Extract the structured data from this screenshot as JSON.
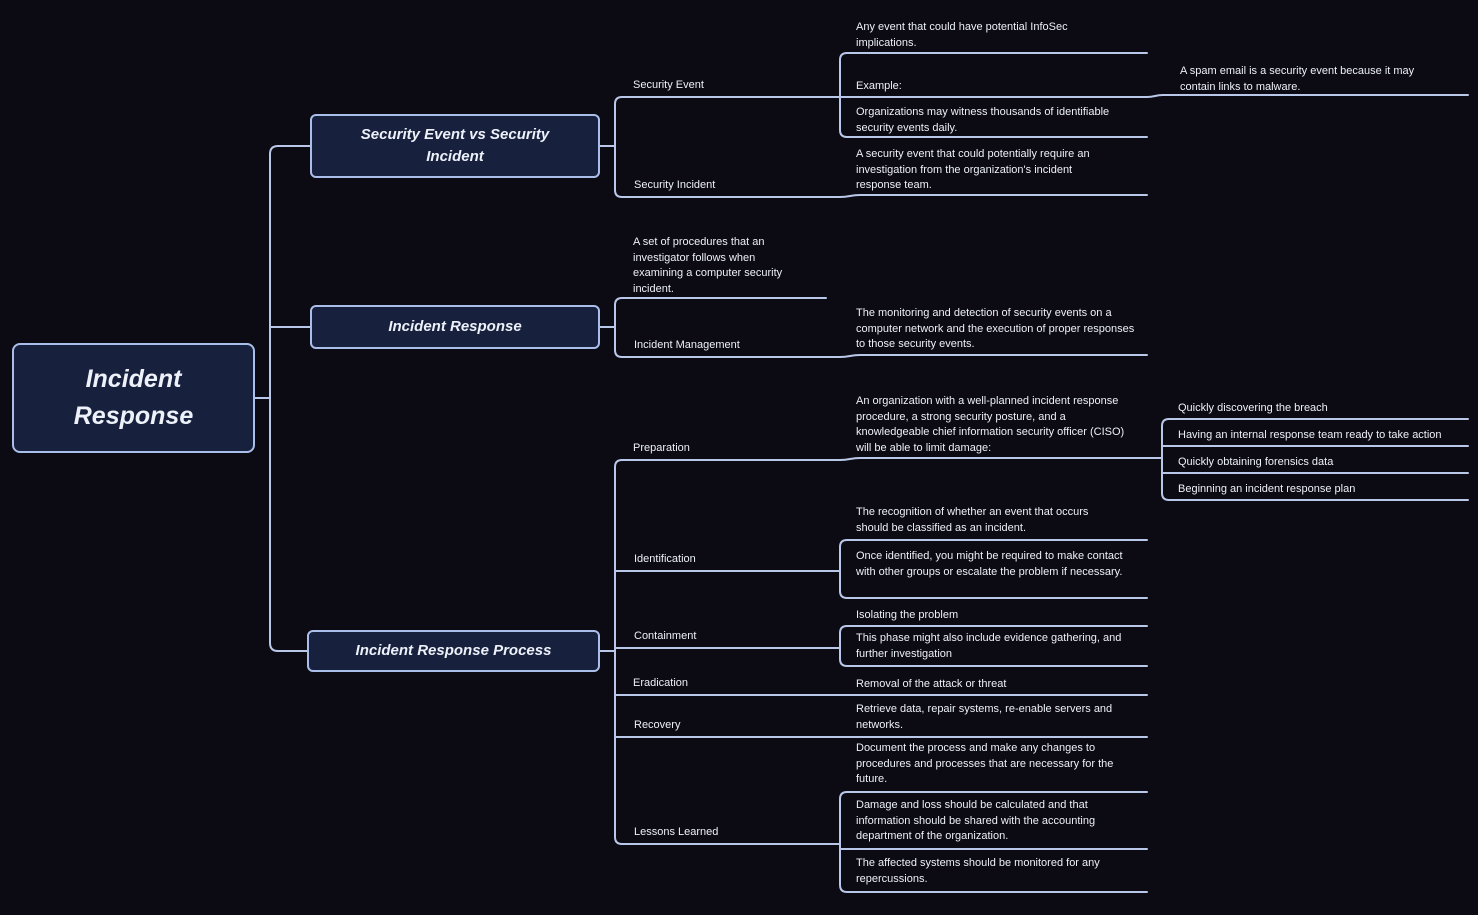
{
  "theme": {
    "bg": "#0c0a13",
    "line": "#b9c8e8",
    "node_fill": "#17203d",
    "node_border": "#a9bfe9",
    "text": "#edf1f9"
  },
  "root": {
    "label": "Incident Response"
  },
  "branches": [
    {
      "label": "Security Event vs Security Incident",
      "topics": [
        {
          "label": "Security Event",
          "children": [
            {
              "text": "Any event that could have potential InfoSec implications."
            },
            {
              "text": "Example:",
              "children": [
                {
                  "text": "A spam email is a security event because it may contain links to malware."
                }
              ]
            },
            {
              "text": "Organizations may witness thousands of identifiable security events daily."
            }
          ]
        },
        {
          "label": "Security Incident",
          "children": [
            {
              "text": "A security event that could potentially require an investigation from the organization's incident response team."
            }
          ]
        }
      ]
    },
    {
      "label": "Incident Response",
      "topics": [
        {
          "label": "A set of procedures that an investigator follows when examining a computer security incident.",
          "children": []
        },
        {
          "label": "Incident Management",
          "children": [
            {
              "text": "The monitoring and detection of security events on a computer network and the execution of proper responses to those security events."
            }
          ]
        }
      ]
    },
    {
      "label": "Incident Response Process",
      "topics": [
        {
          "label": "Preparation",
          "children": [
            {
              "text": "An organization with a well-planned incident response procedure, a strong security posture, and a knowledgeable chief information security officer (CISO) will be able to limit damage:",
              "children": [
                {
                  "text": "Quickly discovering the breach"
                },
                {
                  "text": "Having an internal response team ready to take action"
                },
                {
                  "text": "Quickly obtaining forensics data"
                },
                {
                  "text": "Beginning an incident response plan"
                }
              ]
            }
          ]
        },
        {
          "label": "Identification",
          "children": [
            {
              "text": "The recognition of whether an event that occurs should be classified as an incident."
            },
            {
              "text": "Once identified, you might be required to make contact with other groups or escalate the problem if necessary."
            }
          ]
        },
        {
          "label": "Containment",
          "children": [
            {
              "text": "Isolating the problem"
            },
            {
              "text": "This phase might also include evidence gathering, and further investigation"
            }
          ]
        },
        {
          "label": "Eradication",
          "children": [
            {
              "text": "Removal of the attack or threat"
            }
          ]
        },
        {
          "label": "Recovery",
          "children": [
            {
              "text": "Retrieve data, repair systems, re-enable servers and networks."
            }
          ]
        },
        {
          "label": "Lessons Learned",
          "children": [
            {
              "text": "Document the process and make any changes to procedures and processes that are necessary for the future."
            },
            {
              "text": "Damage and loss should be calculated and that information should be shared with the accounting department of the organization."
            },
            {
              "text": "The affected systems should be monitored for any repercussions."
            }
          ]
        }
      ]
    }
  ]
}
